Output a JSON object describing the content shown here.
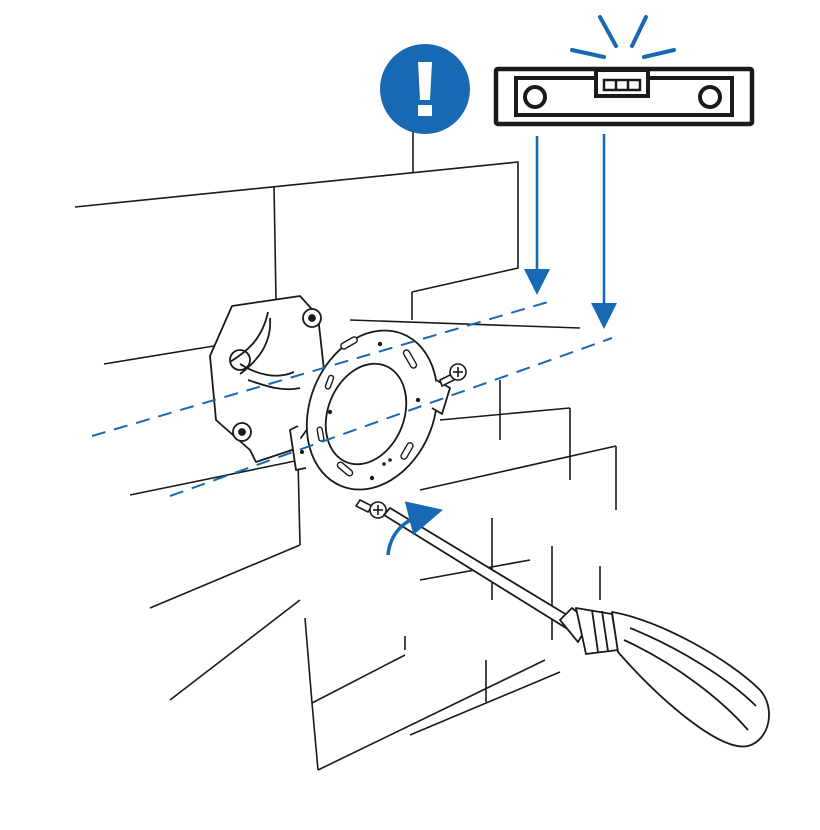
{
  "diagram": {
    "alert_badge": {
      "symbol": "!",
      "icon": "exclamation-icon",
      "color": "#1769b3"
    },
    "level_tool": {
      "icon": "spirit-level-icon",
      "stroke": "#1a1a1a"
    },
    "accent_color": "#1769b3",
    "line_color": "#1a1a1a",
    "parts": [
      "wall",
      "electrical-box",
      "mounting-bracket",
      "screw",
      "screwdriver",
      "level-guide-lines"
    ]
  }
}
